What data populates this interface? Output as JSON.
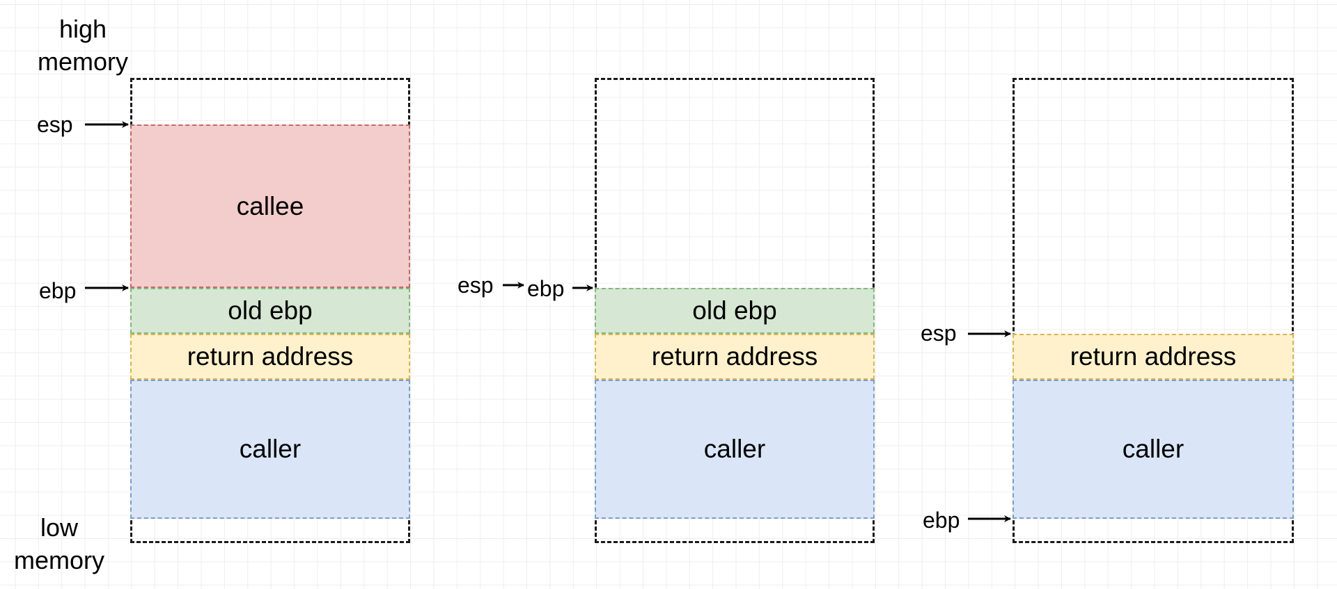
{
  "memory_labels": {
    "high": [
      "high",
      "memory"
    ],
    "low": [
      "low",
      "memory"
    ]
  },
  "panels": [
    {
      "segments": {
        "callee": "callee",
        "old_ebp": "old ebp",
        "return_address": "return address",
        "caller": "caller"
      },
      "pointers": {
        "esp": "esp",
        "ebp": "ebp"
      }
    },
    {
      "segments": {
        "old_ebp": "old ebp",
        "return_address": "return address",
        "caller": "caller"
      },
      "pointers": {
        "esp": "esp",
        "ebp": "ebp"
      }
    },
    {
      "segments": {
        "return_address": "return address",
        "caller": "caller"
      },
      "pointers": {
        "esp": "esp",
        "ebp": "ebp"
      }
    }
  ],
  "colors": {
    "callee": "#f2cdcc",
    "old_ebp": "#d6e7d4",
    "return_address": "#fff1cc",
    "caller": "#dae6f8"
  }
}
